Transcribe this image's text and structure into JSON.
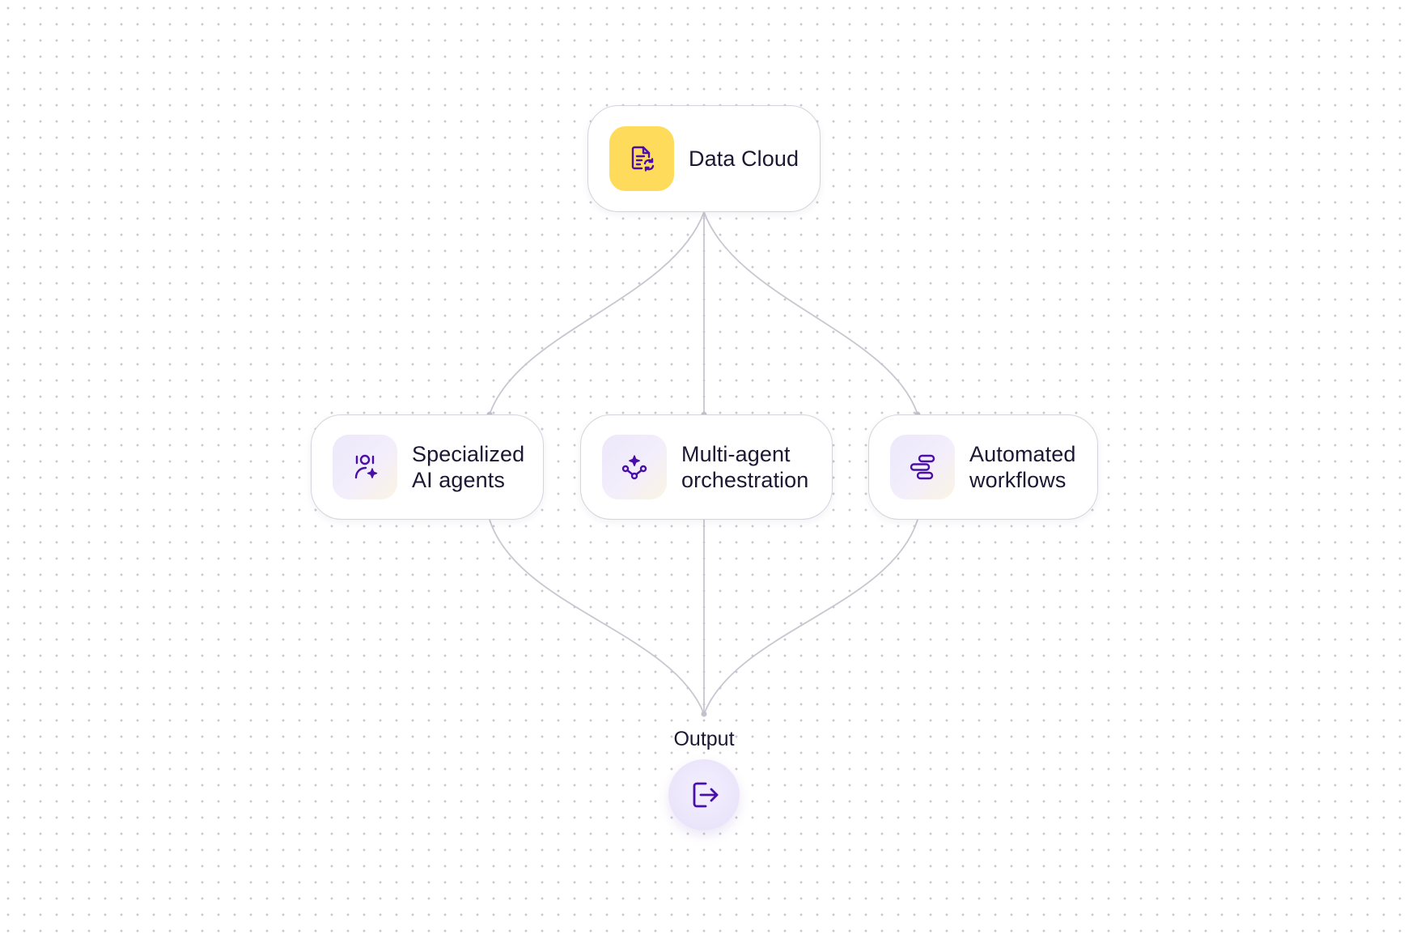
{
  "diagram": {
    "source_node": {
      "label": "Data Cloud",
      "icon": "document-sync-icon",
      "icon_background": "#ffdb5c"
    },
    "middle_nodes": [
      {
        "label_line1": "Specialized",
        "label_line2": "AI agents",
        "icon": "agent-sparkle-icon"
      },
      {
        "label_line1": "Multi-agent",
        "label_line2": "orchestration",
        "icon": "orchestration-network-icon"
      },
      {
        "label_line1": "Automated",
        "label_line2": "workflows",
        "icon": "workflow-bars-icon"
      }
    ],
    "output_node": {
      "label": "Output",
      "icon": "logout-arrow-icon"
    },
    "colors": {
      "icon_stroke": "#4a0fa6",
      "text": "#1c1733",
      "connector": "#c7c7d0",
      "node_border": "#d4d4dc"
    }
  }
}
